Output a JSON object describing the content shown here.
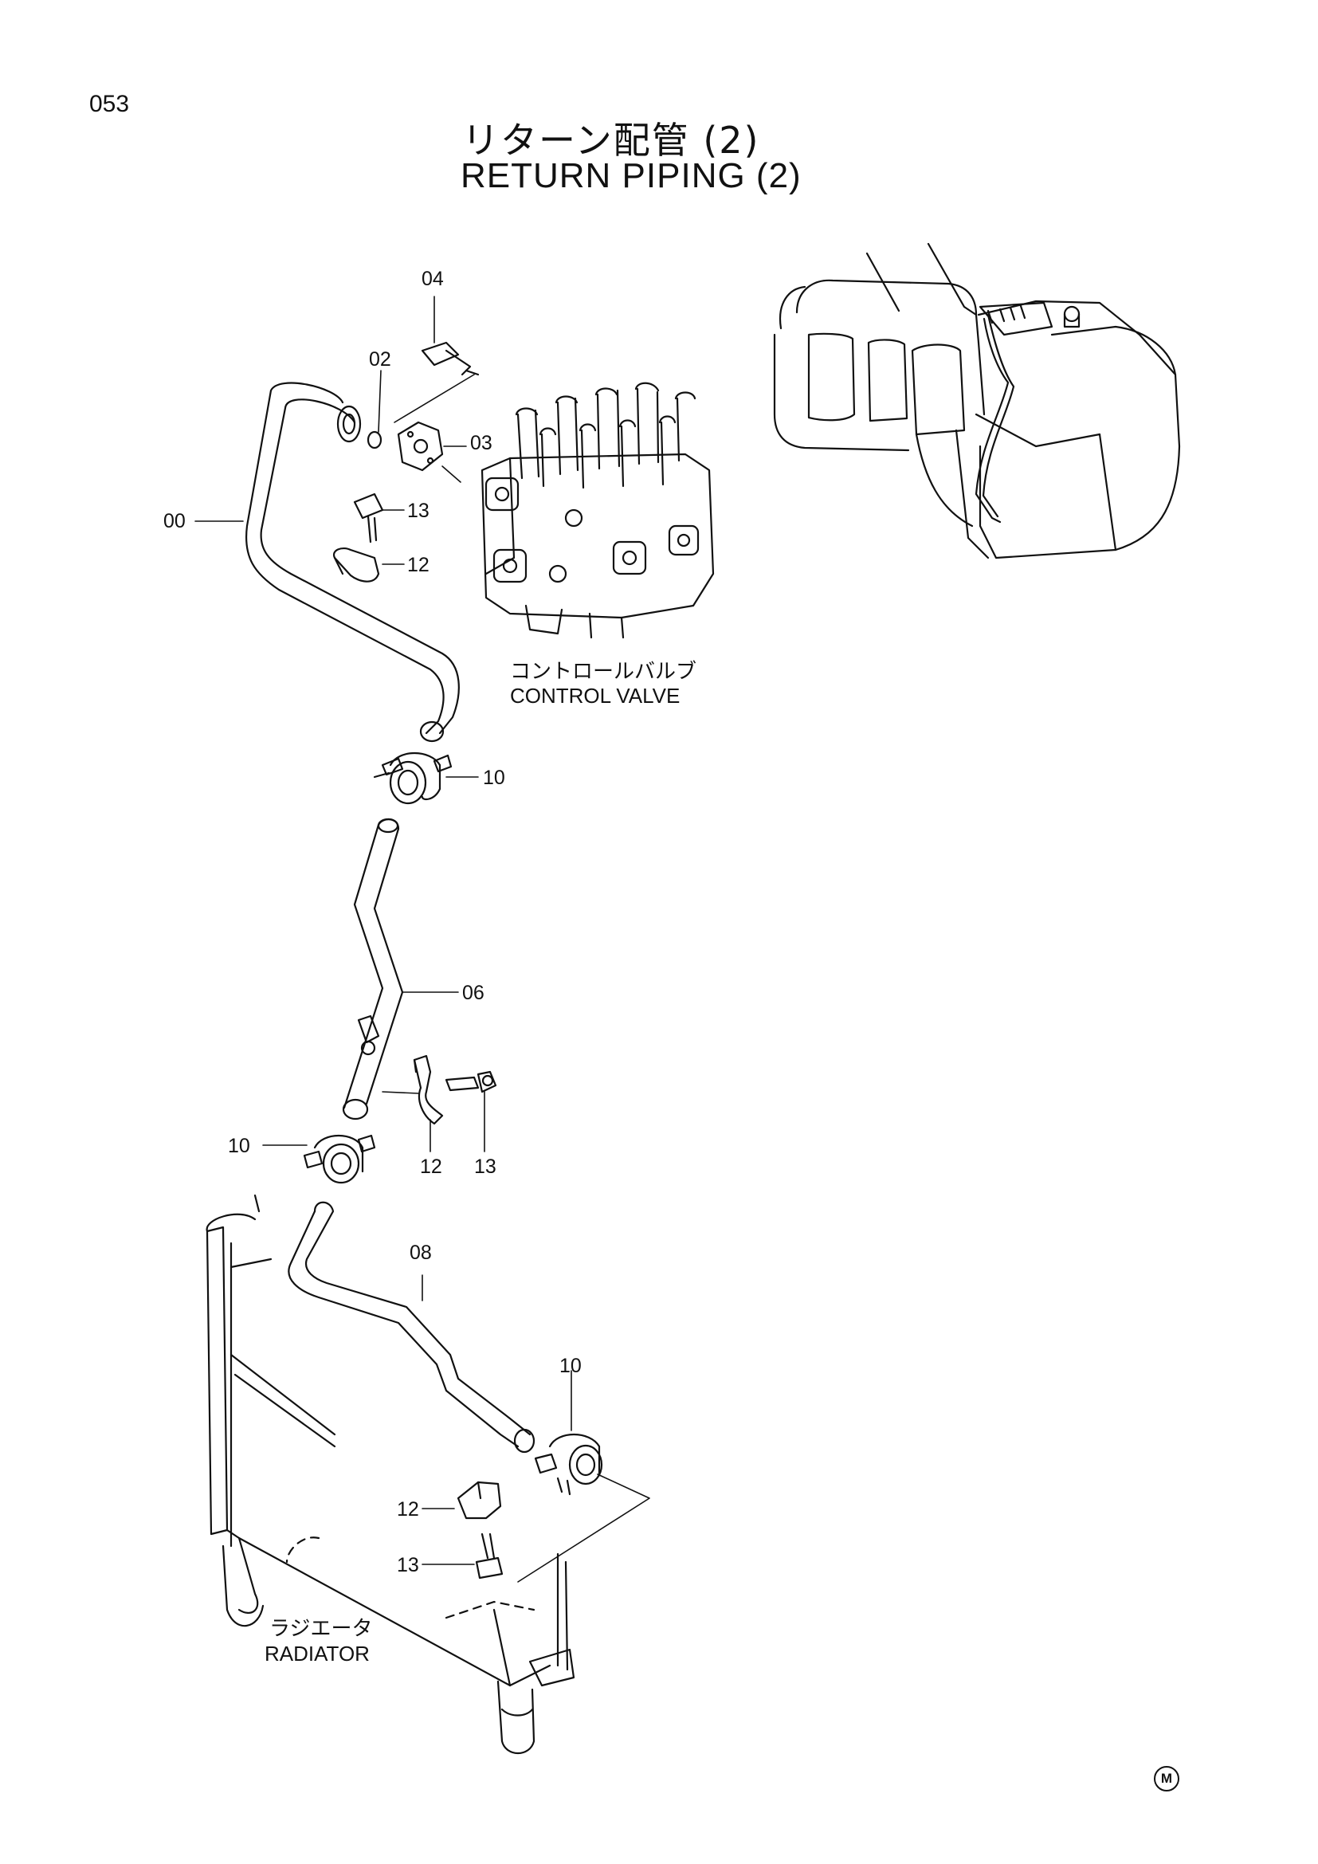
{
  "page_number": "053",
  "title": {
    "ja": "リターン配管 (2)",
    "en": "RETURN PIPING (2)"
  },
  "components": {
    "control_valve": {
      "ja": "コントロールバルブ",
      "en": "CONTROL VALVE"
    },
    "radiator": {
      "ja": "ラジエータ",
      "en": "RADIATOR"
    }
  },
  "part_labels": {
    "p04": "04",
    "p02": "02",
    "p03": "03",
    "p00": "00",
    "p13_top": "13",
    "p12_top": "12",
    "p10_top": "10",
    "p06": "06",
    "p12_mid": "12",
    "p13_mid": "13",
    "p10_mid": "10",
    "p08": "08",
    "p10_low": "10",
    "p12_low": "12",
    "p13_low": "13"
  },
  "corner_mark": "M"
}
